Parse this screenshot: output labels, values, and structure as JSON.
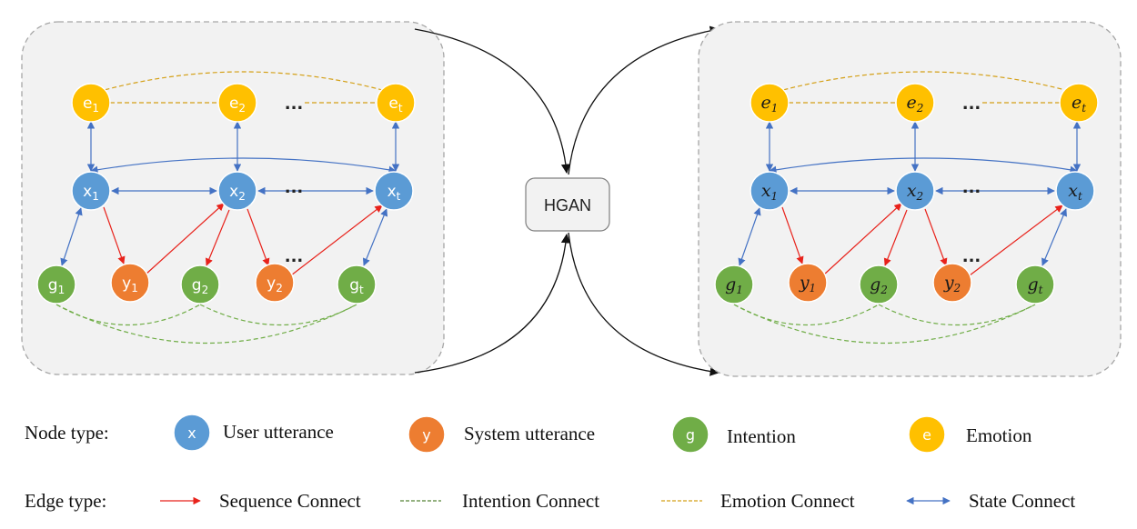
{
  "colors": {
    "user": "#5b9bd5",
    "system": "#ed7d31",
    "intention": "#70ad47",
    "emotion": "#ffc000",
    "sequence_edge": "#e8221b",
    "intention_edge": "#70ad47",
    "emotion_edge": "#d4a017",
    "state_edge": "#4472c4",
    "panel_fill": "#f2f2f2",
    "panel_border": "#a6a6a6"
  },
  "panels": {
    "left": {
      "nodes": {
        "e1": {
          "base": "e",
          "sub": "1"
        },
        "e2": {
          "base": "e",
          "sub": "2"
        },
        "et": {
          "base": "e",
          "sub": "t"
        },
        "x1": {
          "base": "x",
          "sub": "1"
        },
        "x2": {
          "base": "x",
          "sub": "2"
        },
        "xt": {
          "base": "x",
          "sub": "t"
        },
        "g1": {
          "base": "g",
          "sub": "1"
        },
        "y1": {
          "base": "y",
          "sub": "1"
        },
        "g2": {
          "base": "g",
          "sub": "2"
        },
        "y2": {
          "base": "y",
          "sub": "2"
        },
        "gt": {
          "base": "g",
          "sub": "t"
        }
      },
      "ellipses": [
        "...",
        "...",
        "..."
      ]
    },
    "right": {
      "nodes": {
        "e1": {
          "base": "e",
          "sub": "1"
        },
        "e2": {
          "base": "e",
          "sub": "2"
        },
        "et": {
          "base": "e",
          "sub": "t"
        },
        "x1": {
          "base": "x",
          "sub": "1"
        },
        "x2": {
          "base": "x",
          "sub": "2"
        },
        "xt": {
          "base": "x",
          "sub": "t"
        },
        "g1": {
          "base": "g",
          "sub": "1"
        },
        "y1": {
          "base": "y",
          "sub": "1"
        },
        "g2": {
          "base": "g",
          "sub": "2"
        },
        "y2": {
          "base": "y",
          "sub": "2"
        },
        "gt": {
          "base": "g",
          "sub": "t"
        }
      },
      "ellipses": [
        "...",
        "...",
        "..."
      ]
    }
  },
  "center": {
    "label": "HGAN"
  },
  "legend": {
    "node_title": "Node type:",
    "node_types": [
      {
        "glyph": "x",
        "label": "User utterance",
        "color_key": "user"
      },
      {
        "glyph": "y",
        "label": "System utterance",
        "color_key": "system"
      },
      {
        "glyph": "g",
        "label": "Intention",
        "color_key": "intention"
      },
      {
        "glyph": "e",
        "label": "Emotion",
        "color_key": "emotion"
      }
    ],
    "edge_title": "Edge type:",
    "edge_types": [
      {
        "label": "Sequence Connect"
      },
      {
        "label": "Intention Connect"
      },
      {
        "label": "Emotion Connect"
      },
      {
        "label": "State Connect"
      }
    ]
  }
}
